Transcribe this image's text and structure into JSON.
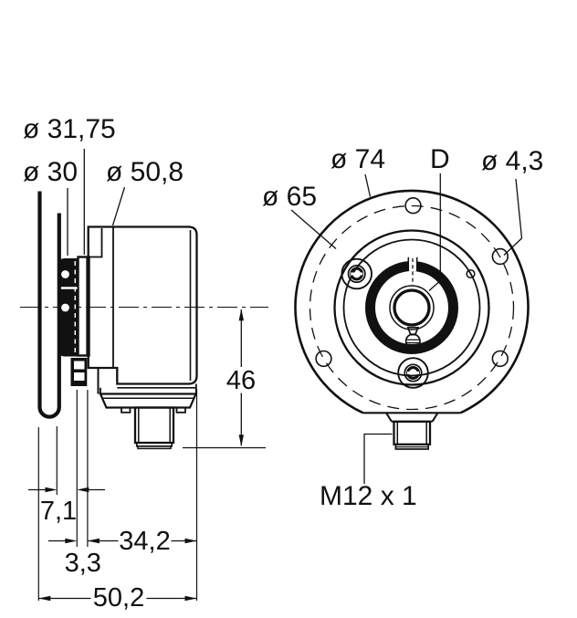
{
  "colors": {
    "background": "#ffffff",
    "line": "#111111"
  },
  "side_view": {
    "labels": {
      "dia_31_75": "ø 31,75",
      "dia_30": "ø 30",
      "dia_50_8": "ø 50,8"
    },
    "dimensions": {
      "height_46": "46",
      "width_7_1": "7,1",
      "width_3_3": "3,3",
      "width_34_2": "34,2",
      "width_50_2": "50,2"
    }
  },
  "front_view": {
    "labels": {
      "dia_74": "ø 74",
      "shaft_bore": "D",
      "hole_dia_4_3": "ø 4,3",
      "bolt_circle_dia_65": "ø 65",
      "connector_thread": "M12 x 1"
    }
  }
}
